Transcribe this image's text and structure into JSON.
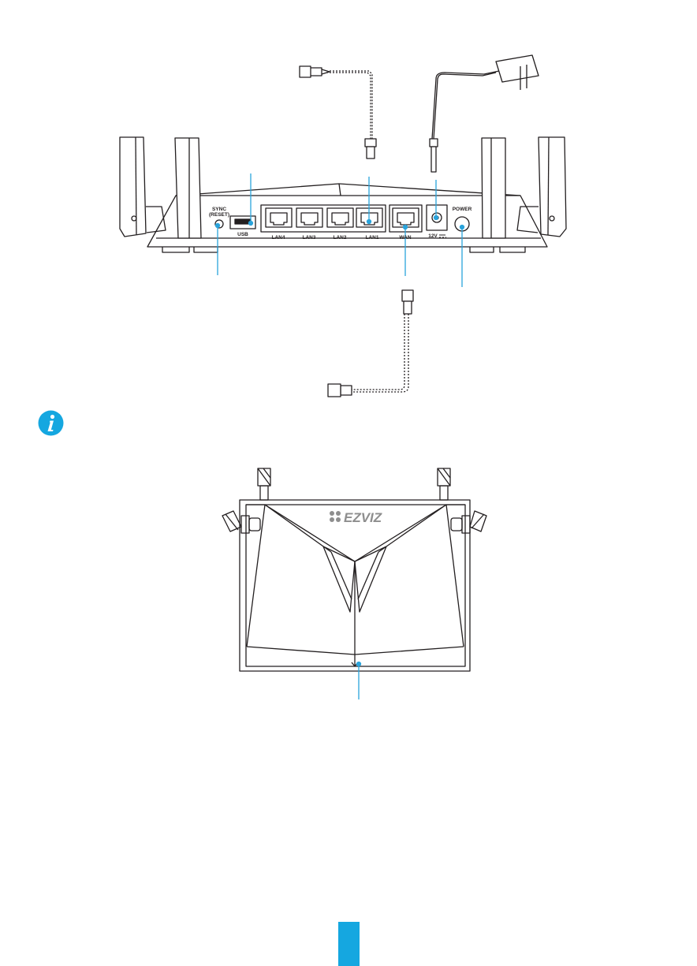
{
  "rear_panel": {
    "sync_label": "SYNC",
    "reset_label": "(RESET)",
    "usb_label": "USB",
    "lan4_label": "LAN4",
    "lan3_label": "LAN3",
    "lan2_label": "LAN2",
    "lan1_label": "LAN1",
    "wan_label": "WAN",
    "power_jack_label": "12V",
    "power_label": "POWER"
  },
  "top_view": {
    "brand_name": "EZVIZ"
  },
  "colors": {
    "callout": "#2aa3db",
    "line_art": "#231f20",
    "page_tab": "#15a7e0",
    "info_icon": "#15a7e0"
  },
  "icons": {
    "note": "info-icon"
  }
}
